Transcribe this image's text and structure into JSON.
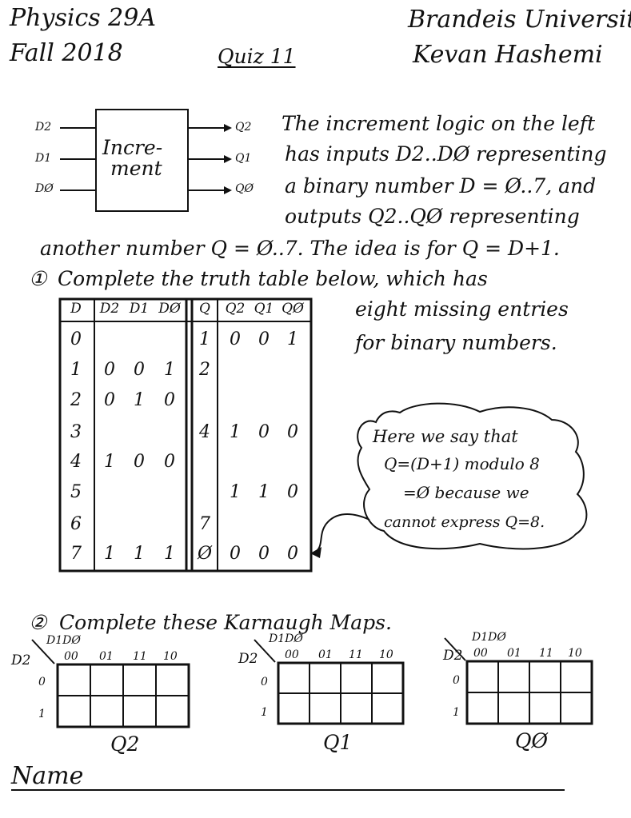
{
  "header": {
    "course": "Physics 29A",
    "term": "Fall 2018",
    "quiz": "Quiz 11",
    "institution": "Brandeis University",
    "author": "Kevan Hashemi"
  },
  "block": {
    "label": "Incre-\nment",
    "label_line1": "Incre-",
    "label_line2": "ment",
    "inputs": [
      "D2",
      "D1",
      "DØ"
    ],
    "outputs": [
      "Q2",
      "Q1",
      "QØ"
    ]
  },
  "intro": {
    "line1": "The increment logic on the left",
    "line2": "has inputs D2..DØ representing",
    "line3": "a binary number D = Ø..7, and",
    "line4": "outputs Q2..QØ representing",
    "line5": "another number Q = Ø..7. The idea is for Q = D+1."
  },
  "question1": {
    "number": "①",
    "text_line1": "Complete the truth table below, which has",
    "text_line2": "eight missing entries",
    "text_line3": "for binary numbers."
  },
  "truth_table": {
    "headers": [
      "D",
      "D2",
      "D1",
      "DØ",
      "Q",
      "Q2",
      "Q1",
      "QØ"
    ],
    "rows": [
      [
        "0",
        "",
        "",
        "",
        "1",
        "0",
        "0",
        "1"
      ],
      [
        "1",
        "0",
        "0",
        "1",
        "2",
        "",
        "",
        ""
      ],
      [
        "2",
        "0",
        "1",
        "0",
        "",
        "",
        "",
        ""
      ],
      [
        "3",
        "",
        "",
        "",
        "4",
        "1",
        "0",
        "0"
      ],
      [
        "4",
        "1",
        "0",
        "0",
        "",
        "",
        "",
        ""
      ],
      [
        "5",
        "",
        "",
        "",
        "",
        "1",
        "1",
        "0"
      ],
      [
        "6",
        "",
        "",
        "",
        "7",
        "",
        "",
        ""
      ],
      [
        "7",
        "1",
        "1",
        "1",
        "Ø",
        "0",
        "0",
        "0"
      ]
    ]
  },
  "note": {
    "line1": "Here we say that",
    "line2": "Q=(D+1) modulo 8",
    "line3": "=Ø because we",
    "line4": "cannot express Q=8."
  },
  "question2": {
    "number": "②",
    "text": "Complete these Karnaugh Maps."
  },
  "kmaps": {
    "row_var": "D2",
    "col_var": "D1DØ",
    "col_headers": [
      "00",
      "01",
      "11",
      "10"
    ],
    "row_headers": [
      "0",
      "1"
    ],
    "maps": [
      {
        "name": "Q2"
      },
      {
        "name": "Q1"
      },
      {
        "name": "QØ"
      }
    ]
  },
  "footer": {
    "name_label": "Name"
  }
}
